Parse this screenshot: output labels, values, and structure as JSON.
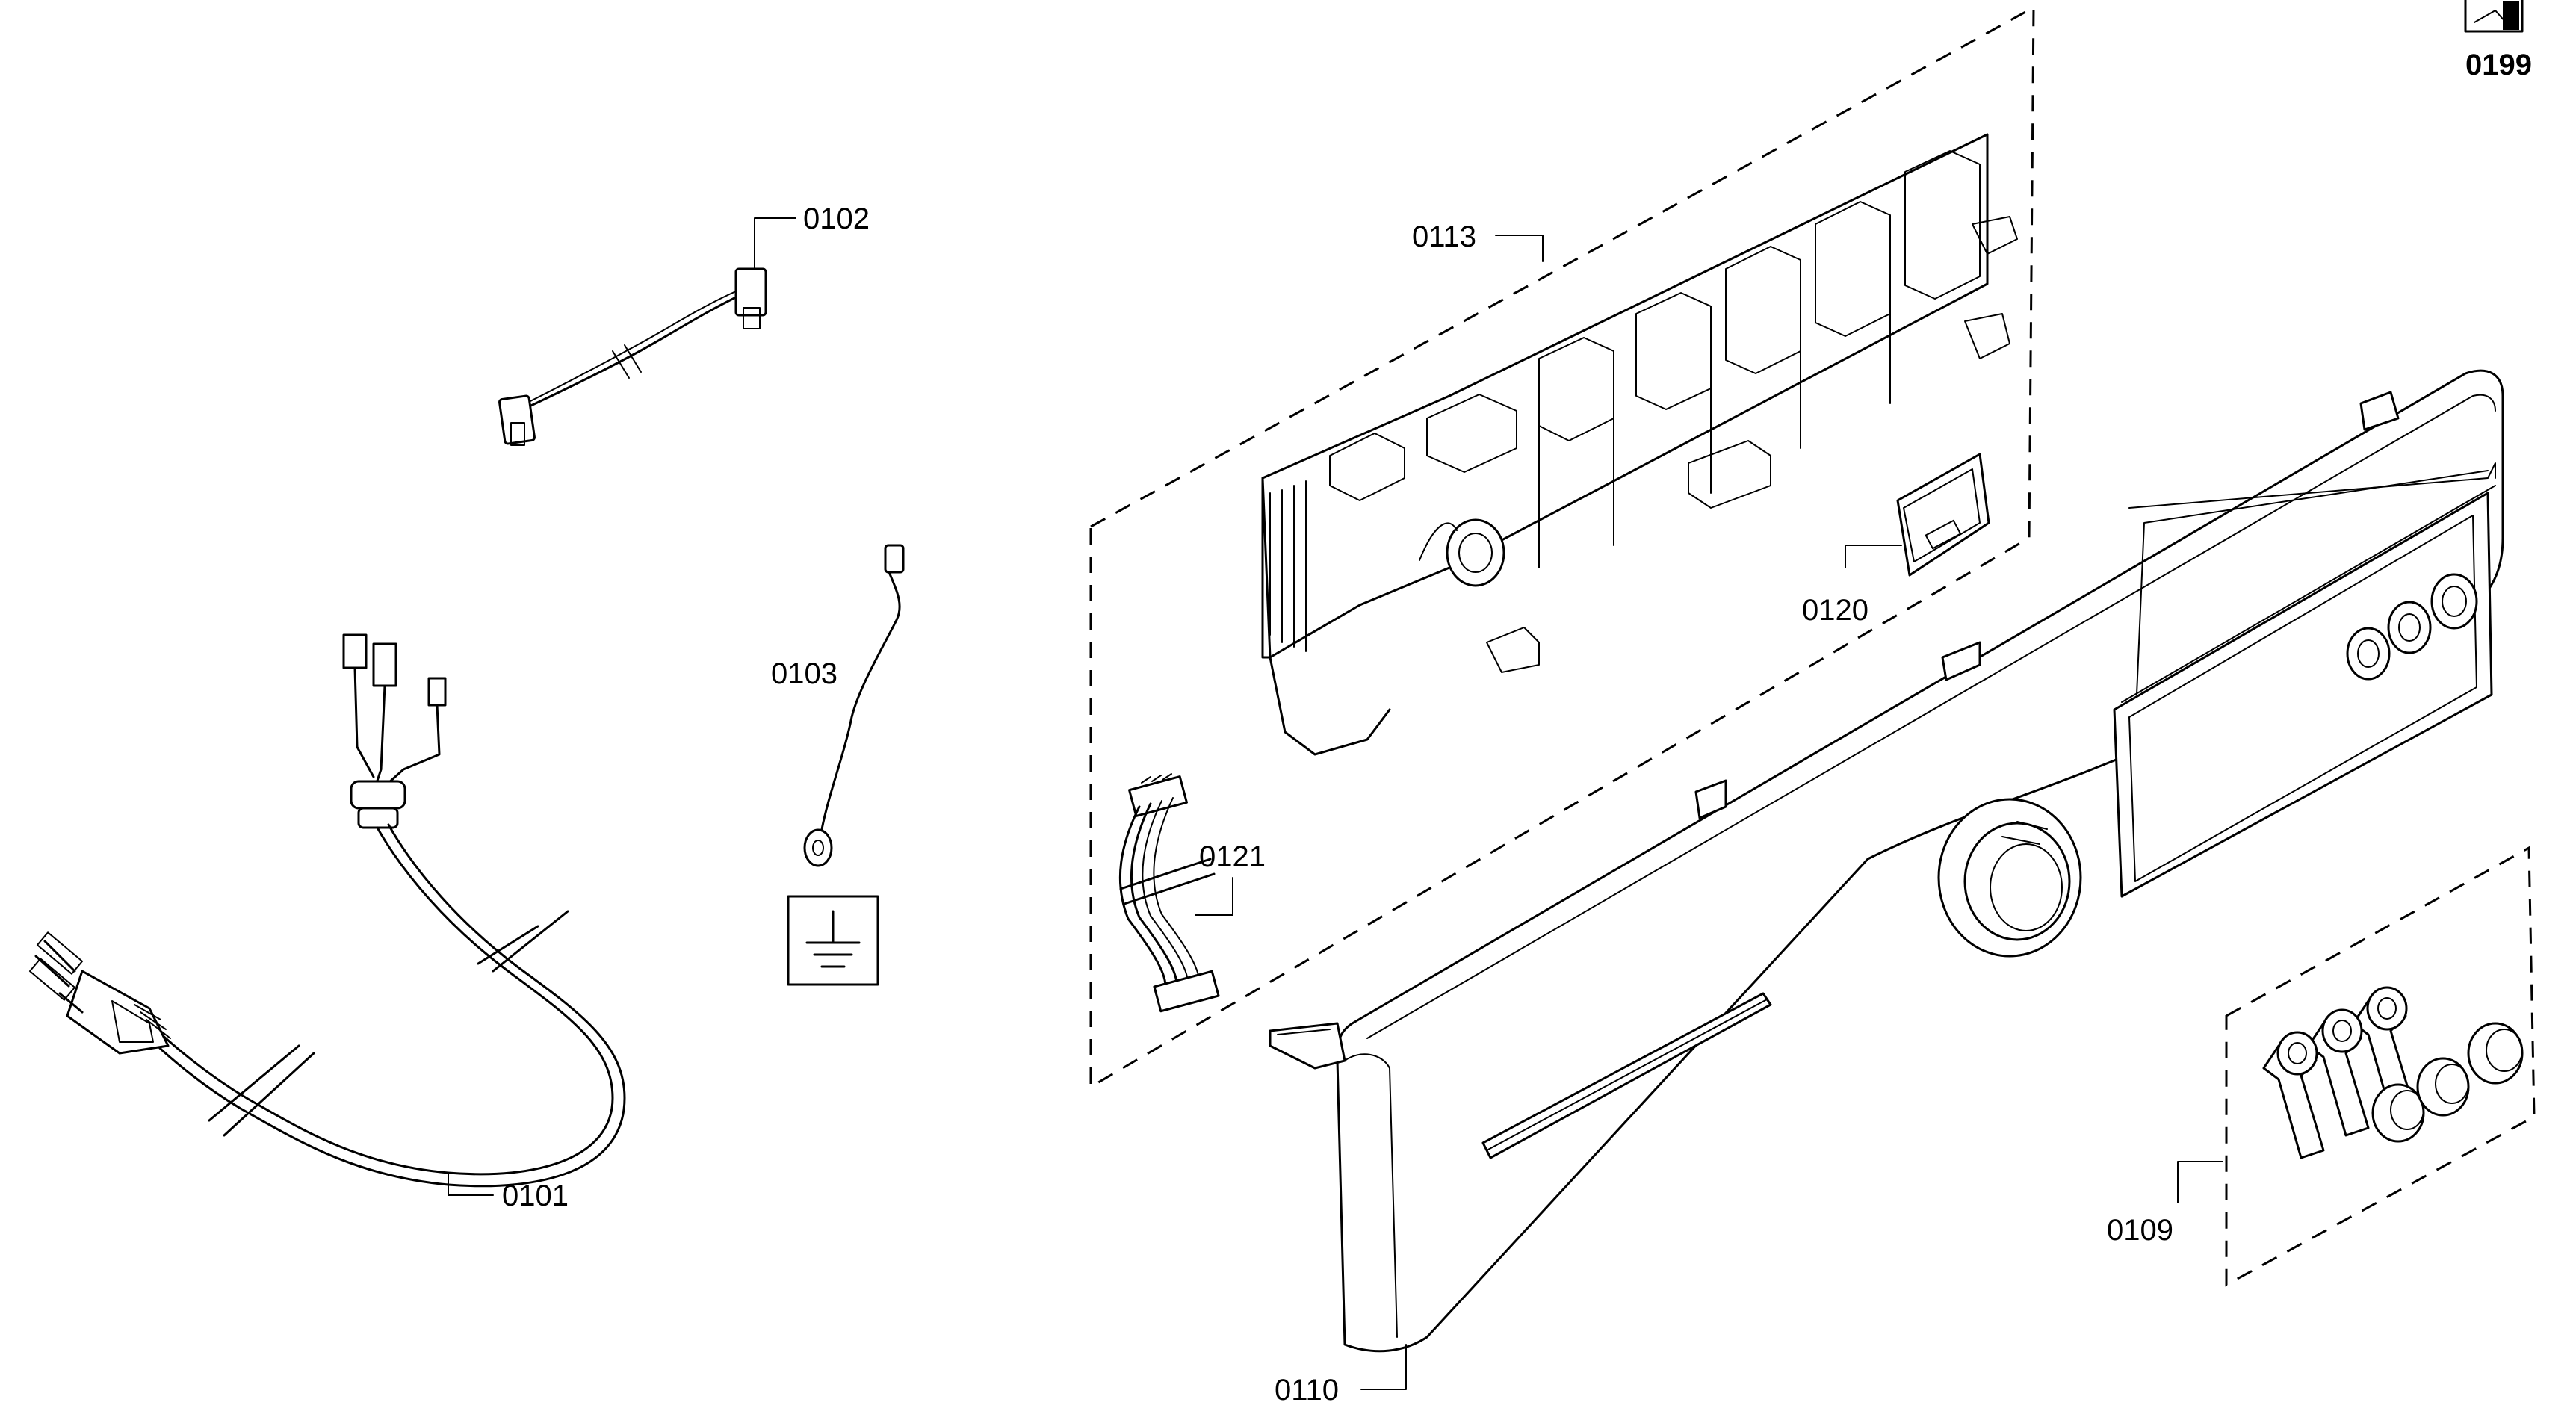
{
  "diagram": {
    "part_labels": {
      "p0101": "0101",
      "p0102": "0102",
      "p0103": "0103",
      "p0109": "0109",
      "p0110": "0110",
      "p0113": "0113",
      "p0120": "0120",
      "p0121": "0121",
      "p0199": "0199"
    }
  }
}
